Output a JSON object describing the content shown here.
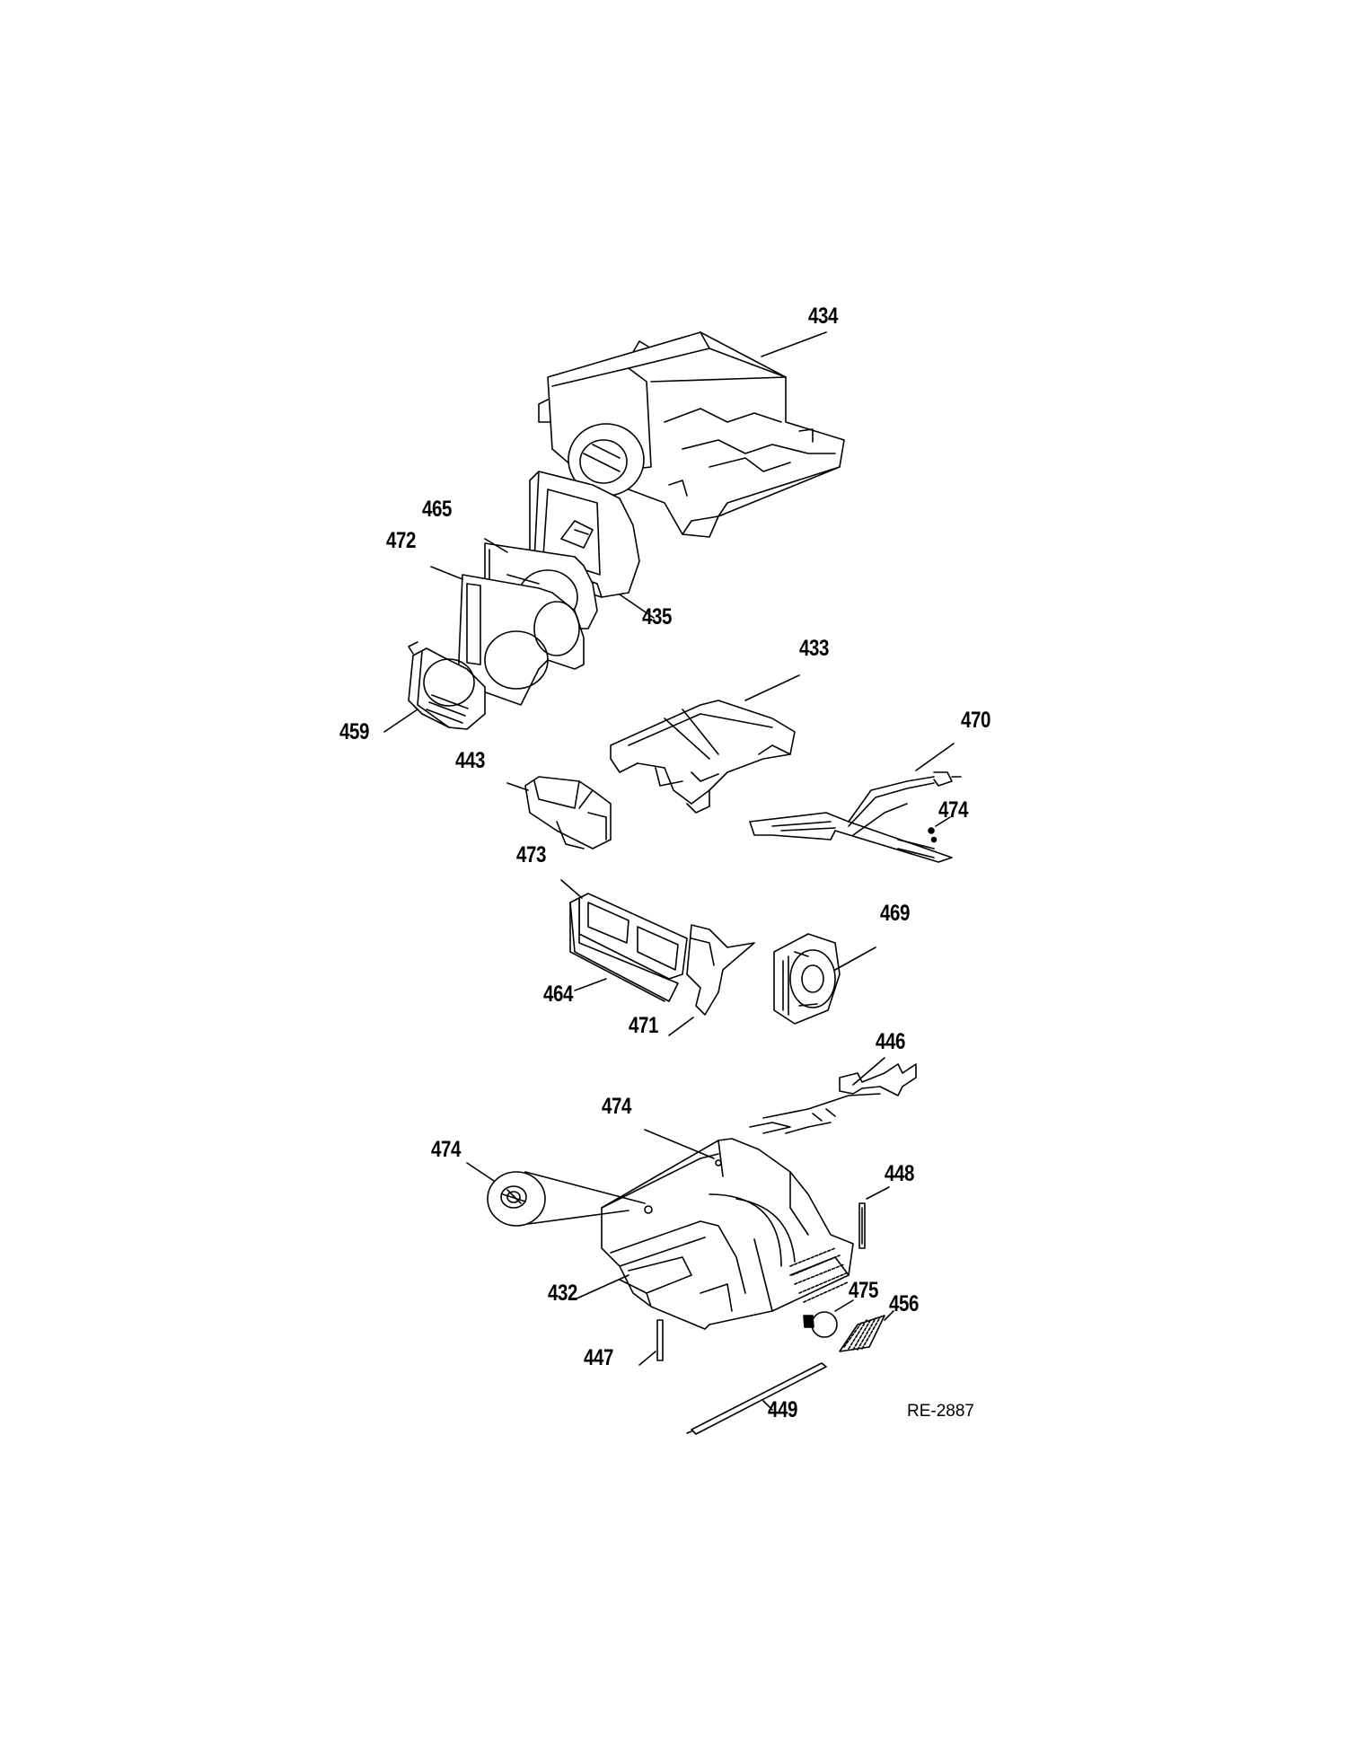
{
  "callouts": {
    "c434": "434",
    "c465": "465",
    "c472": "472",
    "c435": "435",
    "c433": "433",
    "c459": "459",
    "c470": "470",
    "c443": "443",
    "c474a": "474",
    "c473": "473",
    "c469": "469",
    "c464": "464",
    "c471": "471",
    "c446": "446",
    "c474b": "474",
    "c474c": "474",
    "c448": "448",
    "c475": "475",
    "c456": "456",
    "c432": "432",
    "c447": "447",
    "c449": "449"
  },
  "drawing_code": "RE-2887"
}
